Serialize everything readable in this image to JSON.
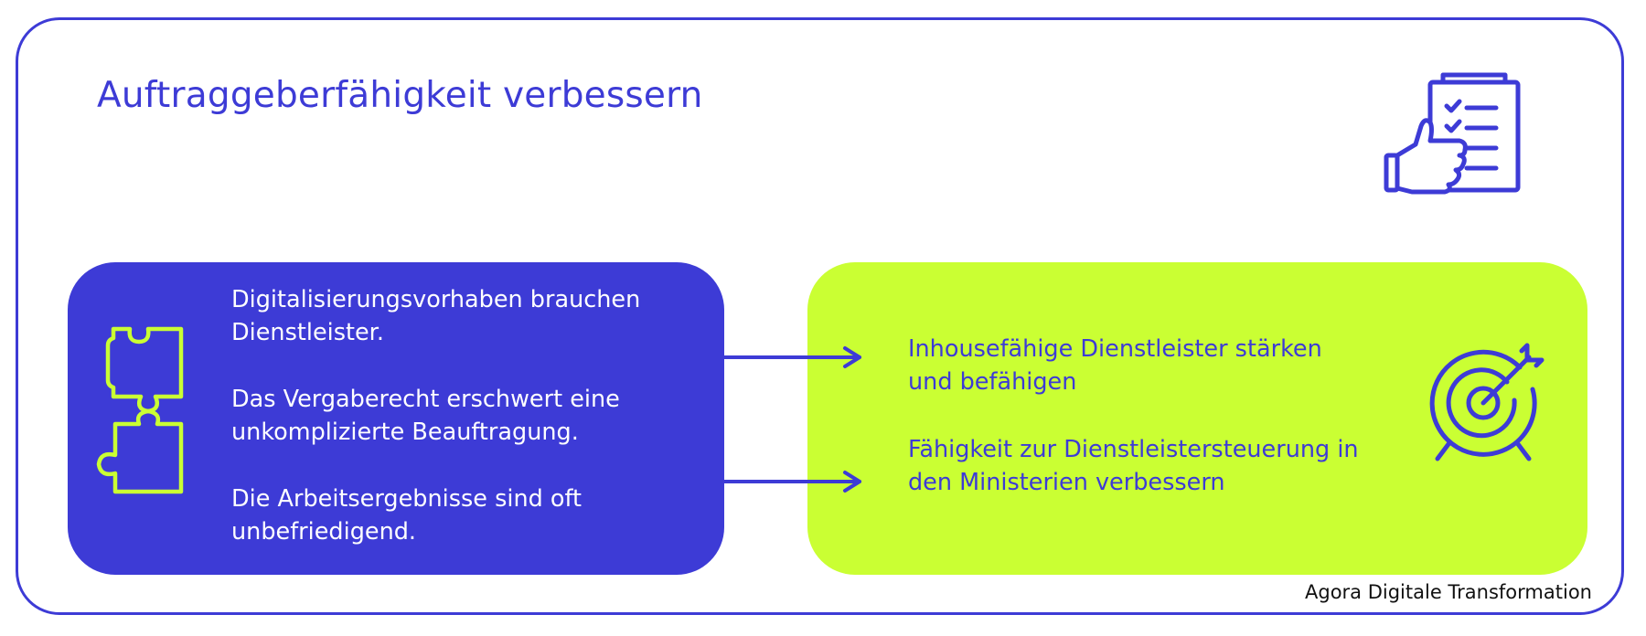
{
  "title": "Auftraggeberfähigkeit verbessern",
  "problems": [
    {
      "line1": "Digitalisierungsvorhaben brauchen",
      "line2": "Dienstleister."
    },
    {
      "line1": "Das Vergaberecht erschwert eine",
      "line2": "unkomplizierte Beauftragung."
    },
    {
      "line1": "Die Arbeitsergebnisse sind oft",
      "line2": "unbefriedigend."
    }
  ],
  "solutions": [
    {
      "line1": "Inhousefähige Dienstleister stärken",
      "line2": "und befähigen"
    },
    {
      "line1": "Fähigkeit zur Dienstleistersteuerung in",
      "line2": "den Ministerien verbessern"
    }
  ],
  "footer": {
    "brand": "Agora Digitale Transformation"
  },
  "icons": {
    "header": "clipboard-checklist-thumbs-up-icon",
    "problems": "puzzle-pieces-icon",
    "solutions": "target-arrow-icon",
    "connectors": "arrow-right-icon"
  },
  "colors": {
    "primary_blue": "#3d3bd6",
    "accent_lime": "#caff33",
    "text_on_blue": "#ffffff",
    "brand_text": "#111111"
  }
}
